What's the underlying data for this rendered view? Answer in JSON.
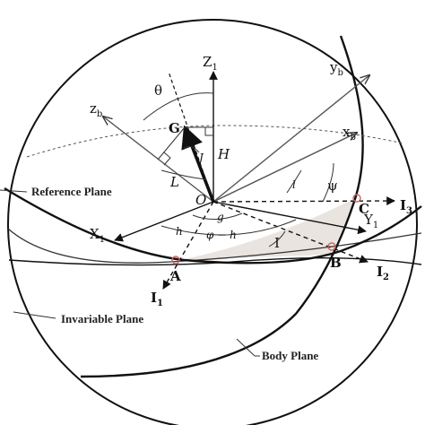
{
  "labels": {
    "z1": "Z",
    "z1_sub": "1",
    "yb": "y",
    "yb_sub": "b",
    "xb": "x",
    "xb_sub": "b",
    "zb": "z",
    "zb_sub": "b",
    "theta": "θ",
    "G": "G",
    "H": "H",
    "L": "L",
    "J": "J",
    "O": "O",
    "l": "l",
    "psi": "ψ",
    "g": "g",
    "h": "h",
    "phi_minus_h": "φ − h",
    "I": "I",
    "X1": "X",
    "X1_sub": "1",
    "Y1": "Y",
    "Y1_sub": "1",
    "I3": "I",
    "I3_sub": "3",
    "I2": "I",
    "I2_sub": "2",
    "I1": "I",
    "I1_sub": "1",
    "A": "A",
    "B": "B",
    "C": "C"
  },
  "captions": {
    "reference_plane": "Reference Plane",
    "invariable_plane": "Invariable Plane",
    "body_plane": "Body Plane"
  }
}
